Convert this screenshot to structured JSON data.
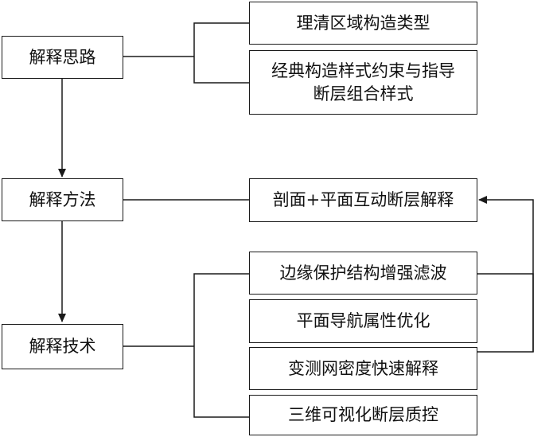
{
  "diagram": {
    "left_column": {
      "idea": "解释思路",
      "method": "解释方法",
      "technique": "解释技术"
    },
    "idea_items": [
      "理清区域构造类型",
      "经典构造样式约束与指导断层组合样式"
    ],
    "method_items": [
      "剖面+平面互动断层解释"
    ],
    "technique_items": [
      "边缘保护结构增强滤波",
      "平面导航属性优化",
      "变测网密度快速解释",
      "三维可视化断层质控"
    ]
  },
  "colors": {
    "stroke": "#1a1a1a",
    "background": "#ffffff"
  }
}
